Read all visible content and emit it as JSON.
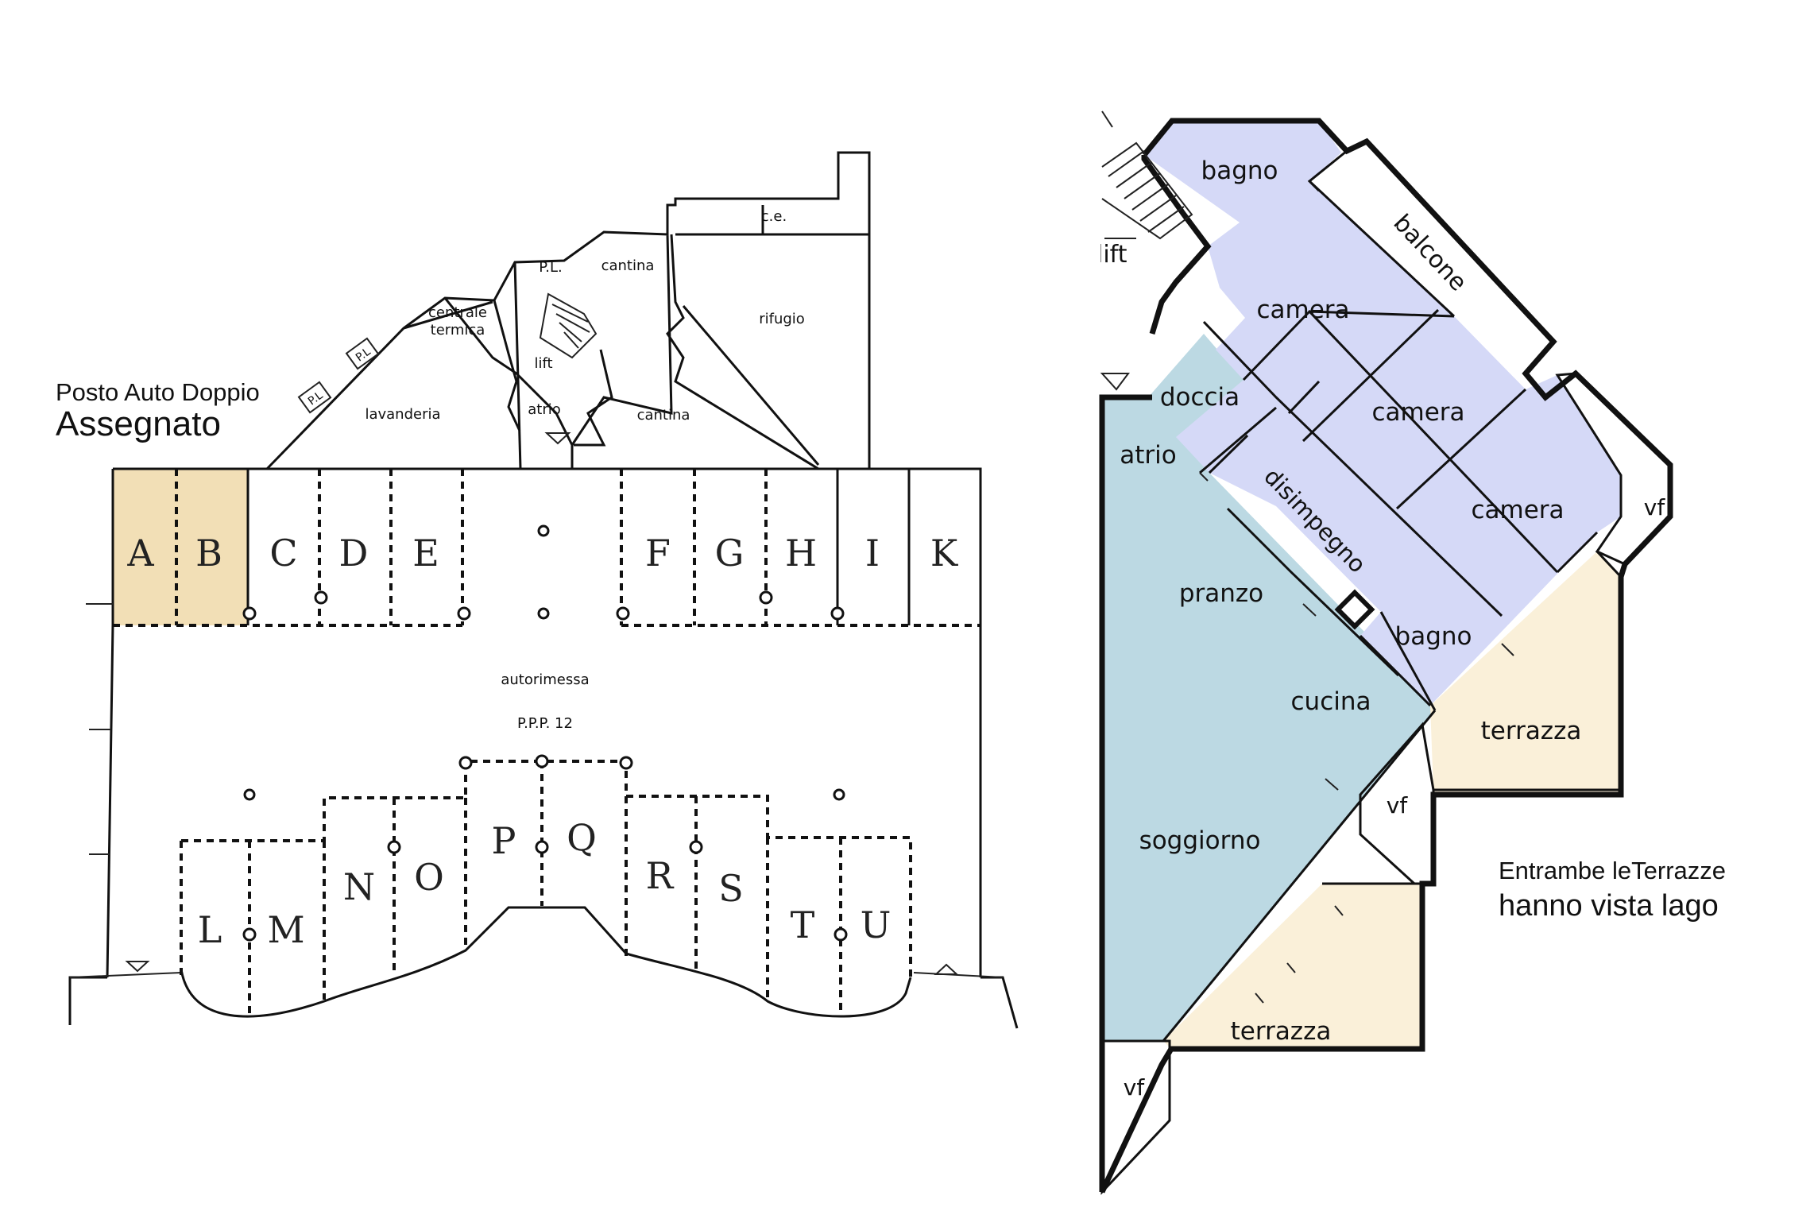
{
  "garage": {
    "note_line1": "Posto Auto Doppio",
    "note_line2": "Assegnato",
    "rooms": {
      "ce": "c.e.",
      "pl_top": "P.L.",
      "cantina_top": "cantina",
      "centrale": "centrale",
      "termica": "termica",
      "rifugio": "rifugio",
      "lift": "lift",
      "pl1": "P.L",
      "pl2": "P.L",
      "lavanderia": "lavanderia",
      "atrio": "atrio",
      "cantina": "cantina",
      "autorimessa": "autorimessa",
      "ppp": "P.P.P. 12"
    },
    "spaces_top": [
      "A",
      "B",
      "C",
      "D",
      "E",
      "F",
      "G",
      "H",
      "I",
      "K"
    ],
    "spaces_bottom": [
      "L",
      "M",
      "N",
      "O",
      "P",
      "Q",
      "R",
      "S",
      "T",
      "U"
    ],
    "highlight_color": "#f2dfb6"
  },
  "apartment": {
    "lift_label": "lift",
    "rooms": {
      "bagno1": "bagno",
      "balcone": "balcone",
      "camera1": "camera",
      "camera2": "camera",
      "camera3": "camera",
      "vf1": "vf",
      "doccia": "doccia",
      "atrio": "atrio",
      "disimpegno": "disimpegno",
      "pranzo": "pranzo",
      "bagno2": "bagno",
      "cucina": "cucina",
      "terrazza1": "terrazza",
      "vf2": "vf",
      "soggiorno": "soggiorno",
      "terrazza2": "terrazza",
      "vf3": "vf"
    },
    "note_line1": "Entrambe leTerrazze",
    "note_line2": "hanno vista lago",
    "colors": {
      "living": "#bcd9e3",
      "sleeping": "#d5d9f7",
      "terrace": "#faf0d9"
    }
  }
}
